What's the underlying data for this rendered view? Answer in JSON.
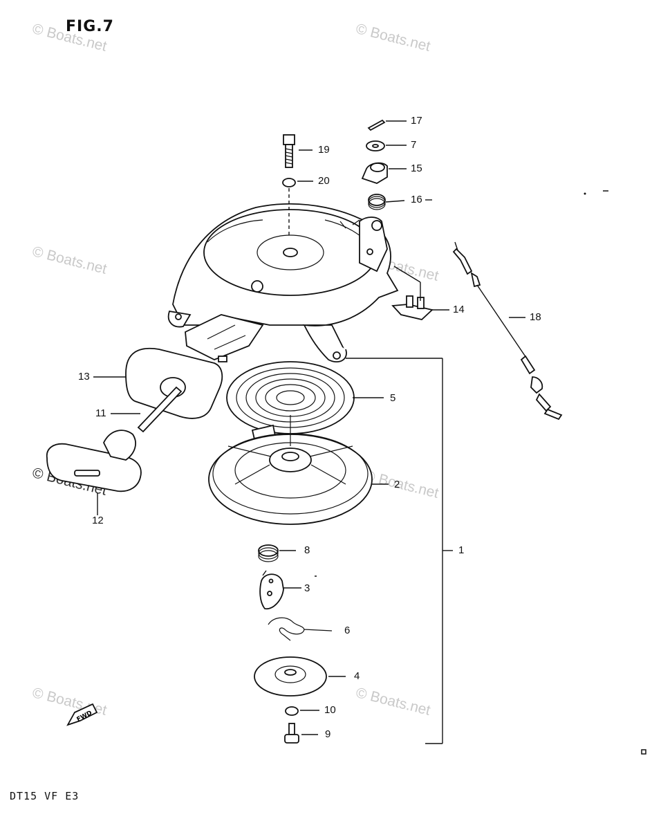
{
  "figure_title": "FIG.7",
  "model_code": "DT15  VF  E3",
  "watermark_text": "© Boats.net",
  "fwd_label": "FWD",
  "callouts": [
    "17",
    "7",
    "19",
    "15",
    "20",
    "16",
    "14",
    "18",
    "13",
    "5",
    "11",
    "2",
    "12",
    "1",
    "8",
    "3",
    "6",
    "4",
    "10",
    "9"
  ]
}
